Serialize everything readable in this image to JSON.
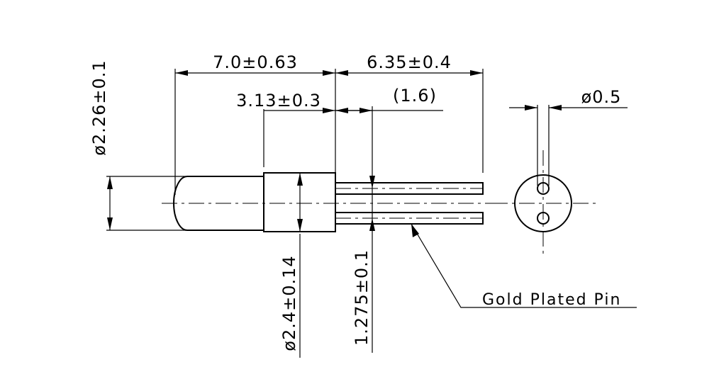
{
  "dimensions": {
    "overall_length": "7.0±0.63",
    "pin_length": "6.35±0.4",
    "base_length": "3.13±0.3",
    "pin_offset": "(1.6)",
    "pin_diameter": "ø0.5",
    "lens_diameter": "ø2.26±0.1",
    "body_diameter": "ø2.4±0.14",
    "pin_spacing": "1.275±0.1"
  },
  "notes": {
    "pin_callout": "Gold Plated Pin"
  }
}
